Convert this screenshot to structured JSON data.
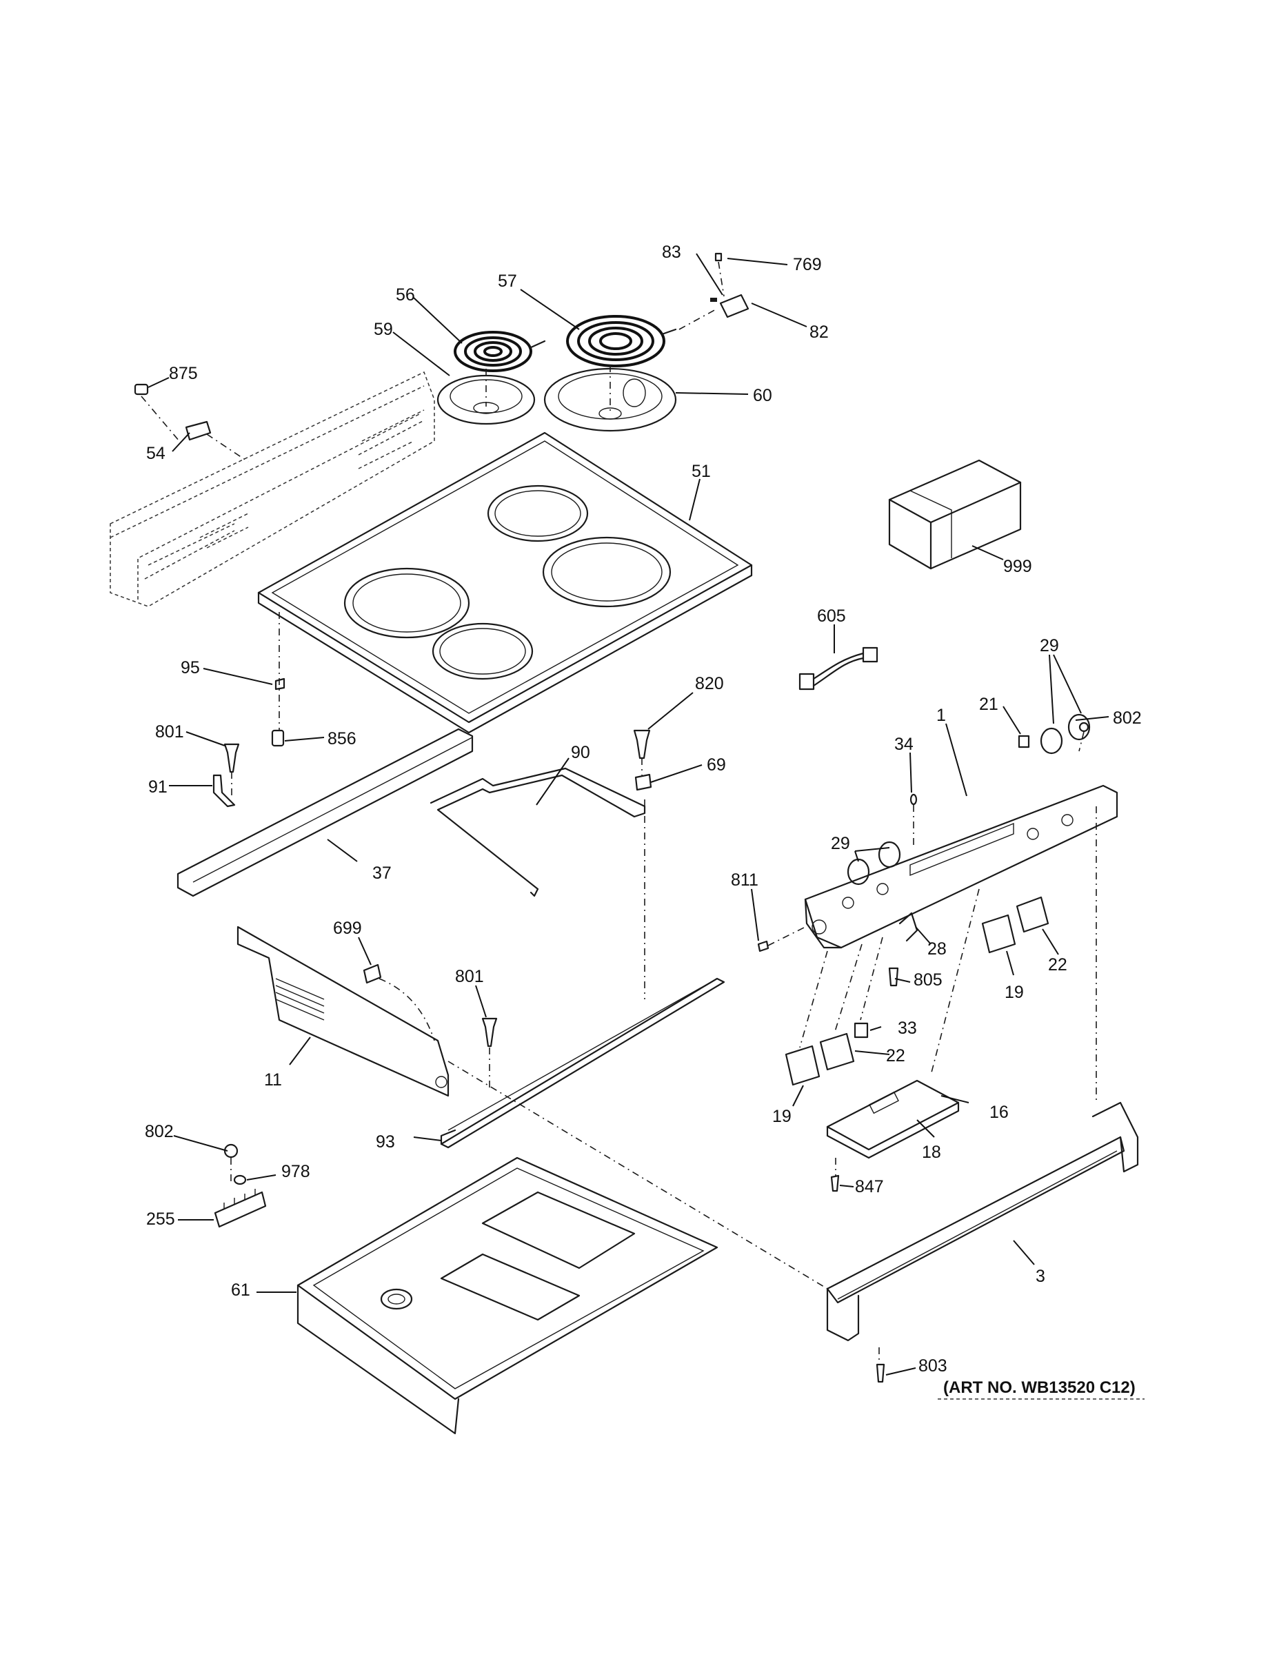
{
  "art_number": "(ART NO. WB13520 C12)",
  "callouts": {
    "p875": "875",
    "p54": "54",
    "p56": "56",
    "p59": "59",
    "p57": "57",
    "p83": "83",
    "p769": "769",
    "p82": "82",
    "p60": "60",
    "p51": "51",
    "p999": "999",
    "p605": "605",
    "p95": "95",
    "p29a": "29",
    "p21": "21",
    "p802a": "802",
    "p820": "820",
    "p801a": "801",
    "p856": "856",
    "p90": "90",
    "p69": "69",
    "p34": "34",
    "p1": "1",
    "p29b": "29",
    "p91": "91",
    "p37": "37",
    "p811": "811",
    "p28": "28",
    "p22a": "22",
    "p19a": "19",
    "p805": "805",
    "p699": "699",
    "p801b": "801",
    "p11": "11",
    "p33": "33",
    "p22b": "22",
    "p16": "16",
    "p93": "93",
    "p19b": "19",
    "p18": "18",
    "p802b": "802",
    "p978": "978",
    "p847": "847",
    "p255": "255",
    "p61": "61",
    "p3": "3",
    "p803": "803"
  }
}
